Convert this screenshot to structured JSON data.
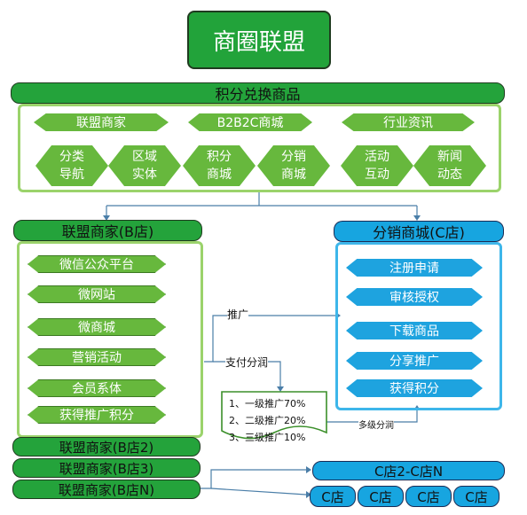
{
  "title": "商圈联盟",
  "top_bar": "积分兑换商品",
  "groups": [
    {
      "header": "联盟商家",
      "items": [
        "分类\n导航",
        "区域\n实体"
      ]
    },
    {
      "header": "B2B2C商城",
      "items": [
        "积分\n商城",
        "分销\n商城"
      ]
    },
    {
      "header": "行业资讯",
      "items": [
        "活动\n互动",
        "新闻\n动态"
      ]
    }
  ],
  "left_panel": {
    "header": "联盟商家(B店)",
    "steps": [
      "微信公众平台",
      "微网站",
      "微商城",
      "营销活动",
      "会员系体",
      "获得推广积分"
    ]
  },
  "right_panel": {
    "header": "分销商城(C店)",
    "steps": [
      "注册申请",
      "审核授权",
      "下载商品",
      "分享推广",
      "获得积分"
    ]
  },
  "extra_merchants": [
    "联盟商家(B店2)",
    "联盟商家(B店3)",
    "联盟商家(B店N)"
  ],
  "labels": {
    "promote": "推广",
    "pay_share": "支付分润",
    "multi_share": "多级分润"
  },
  "levels": [
    "1、一级推广70%",
    "2、二级推广20%",
    "3、三级推广10%"
  ],
  "c_range": "C店2-C店N",
  "c_stores": [
    "C店",
    "C店",
    "C店",
    "C店"
  ]
}
